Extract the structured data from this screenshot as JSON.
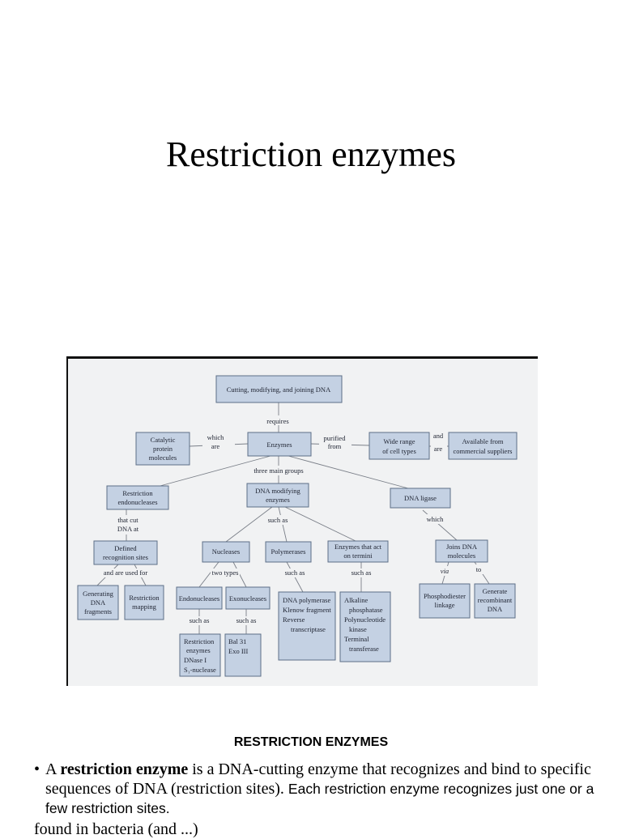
{
  "slide": {
    "title": "Restriction enzymes"
  },
  "diagram": {
    "nodes": {
      "root": "Cutting, modifying, and joining DNA",
      "enzymes": "Enzymes",
      "catalytic": [
        "Catalytic",
        "protein",
        "molecules"
      ],
      "wide_range": [
        "Wide range",
        "of cell types"
      ],
      "available": [
        "Available from",
        "commercial suppliers"
      ],
      "restriction_endo": [
        "Restriction",
        "endonucleases"
      ],
      "dna_modifying": [
        "DNA modifying",
        "enzymes"
      ],
      "dna_ligase": "DNA ligase",
      "defined_sites": [
        "Defined",
        "recognition sites"
      ],
      "nucleases": "Nucleases",
      "polymerases": "Polymerases",
      "termini": [
        "Enzymes that act",
        "on termini"
      ],
      "joins": [
        "Joins DNA",
        "molecules"
      ],
      "generating": [
        "Generating",
        "DNA",
        "fragments"
      ],
      "mapping": [
        "Restriction",
        "mapping"
      ],
      "endonucleases": "Endonucleases",
      "exonucleases": "Exonucleases",
      "polymerase_list": [
        "DNA polymerase",
        "Klenow fragment",
        "Reverse",
        "transcriptase"
      ],
      "termini_list": [
        "Alkaline",
        "phosphatase",
        "Polynucleotide",
        "kinase",
        "Terminal",
        "transferase"
      ],
      "phosphodiester": [
        "Phosphodiester",
        "linkage"
      ],
      "recombinant": [
        "Generate",
        "recombinant",
        "DNA"
      ],
      "endo_list": [
        "Restriction",
        "enzymes",
        "DNase I",
        "S₁-nuclease"
      ],
      "exo_list": [
        "Bal 31",
        "Exo III"
      ]
    },
    "connectors": {
      "requires": "requires",
      "which_are": [
        "which",
        "are"
      ],
      "purified_from": [
        "purified",
        "from"
      ],
      "and_are": [
        "and",
        "are"
      ],
      "three_main_groups": "three main groups",
      "that_cut": [
        "that cut",
        "DNA at"
      ],
      "such_as_mod": "such as",
      "which_ligase": "which",
      "and_used_for": "and are used for",
      "two_types": "two types",
      "such_as_pol": "such as",
      "such_as_term": "such as",
      "via": "via",
      "to": "to",
      "such_as_endo": "such as",
      "such_as_exo": "such as"
    }
  },
  "text_section": {
    "heading": "RESTRICTION ENZYMES",
    "bullet1": {
      "prefix": "A ",
      "bold": "restriction enzyme",
      "middle": " is a DNA-cutting enzyme that recognizes and bind to specific sequences of DNA (restriction sites). ",
      "sans": "Each restriction enzyme recognizes just one or a few restriction sites."
    },
    "bullet_marker": "•",
    "bullet2_partial": "found in bacteria (and ...)"
  }
}
